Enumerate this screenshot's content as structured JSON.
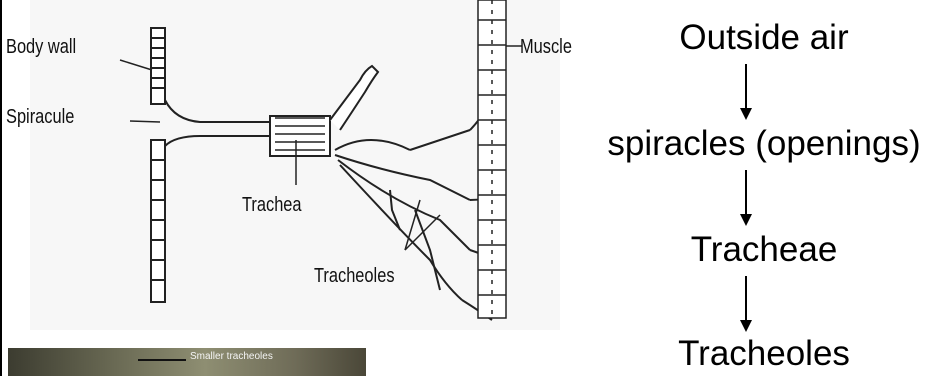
{
  "diagram": {
    "labels": {
      "body_wall": "Body wall",
      "spiracule": "Spiracule",
      "trachea": "Trachea",
      "tracheoles": "Tracheoles",
      "muscle": "Muscle"
    }
  },
  "photo": {
    "caption": "Smaller tracheoles"
  },
  "flow": {
    "steps": [
      "Outside air",
      "spiracles (openings)",
      "Tracheae",
      "Tracheoles"
    ]
  }
}
